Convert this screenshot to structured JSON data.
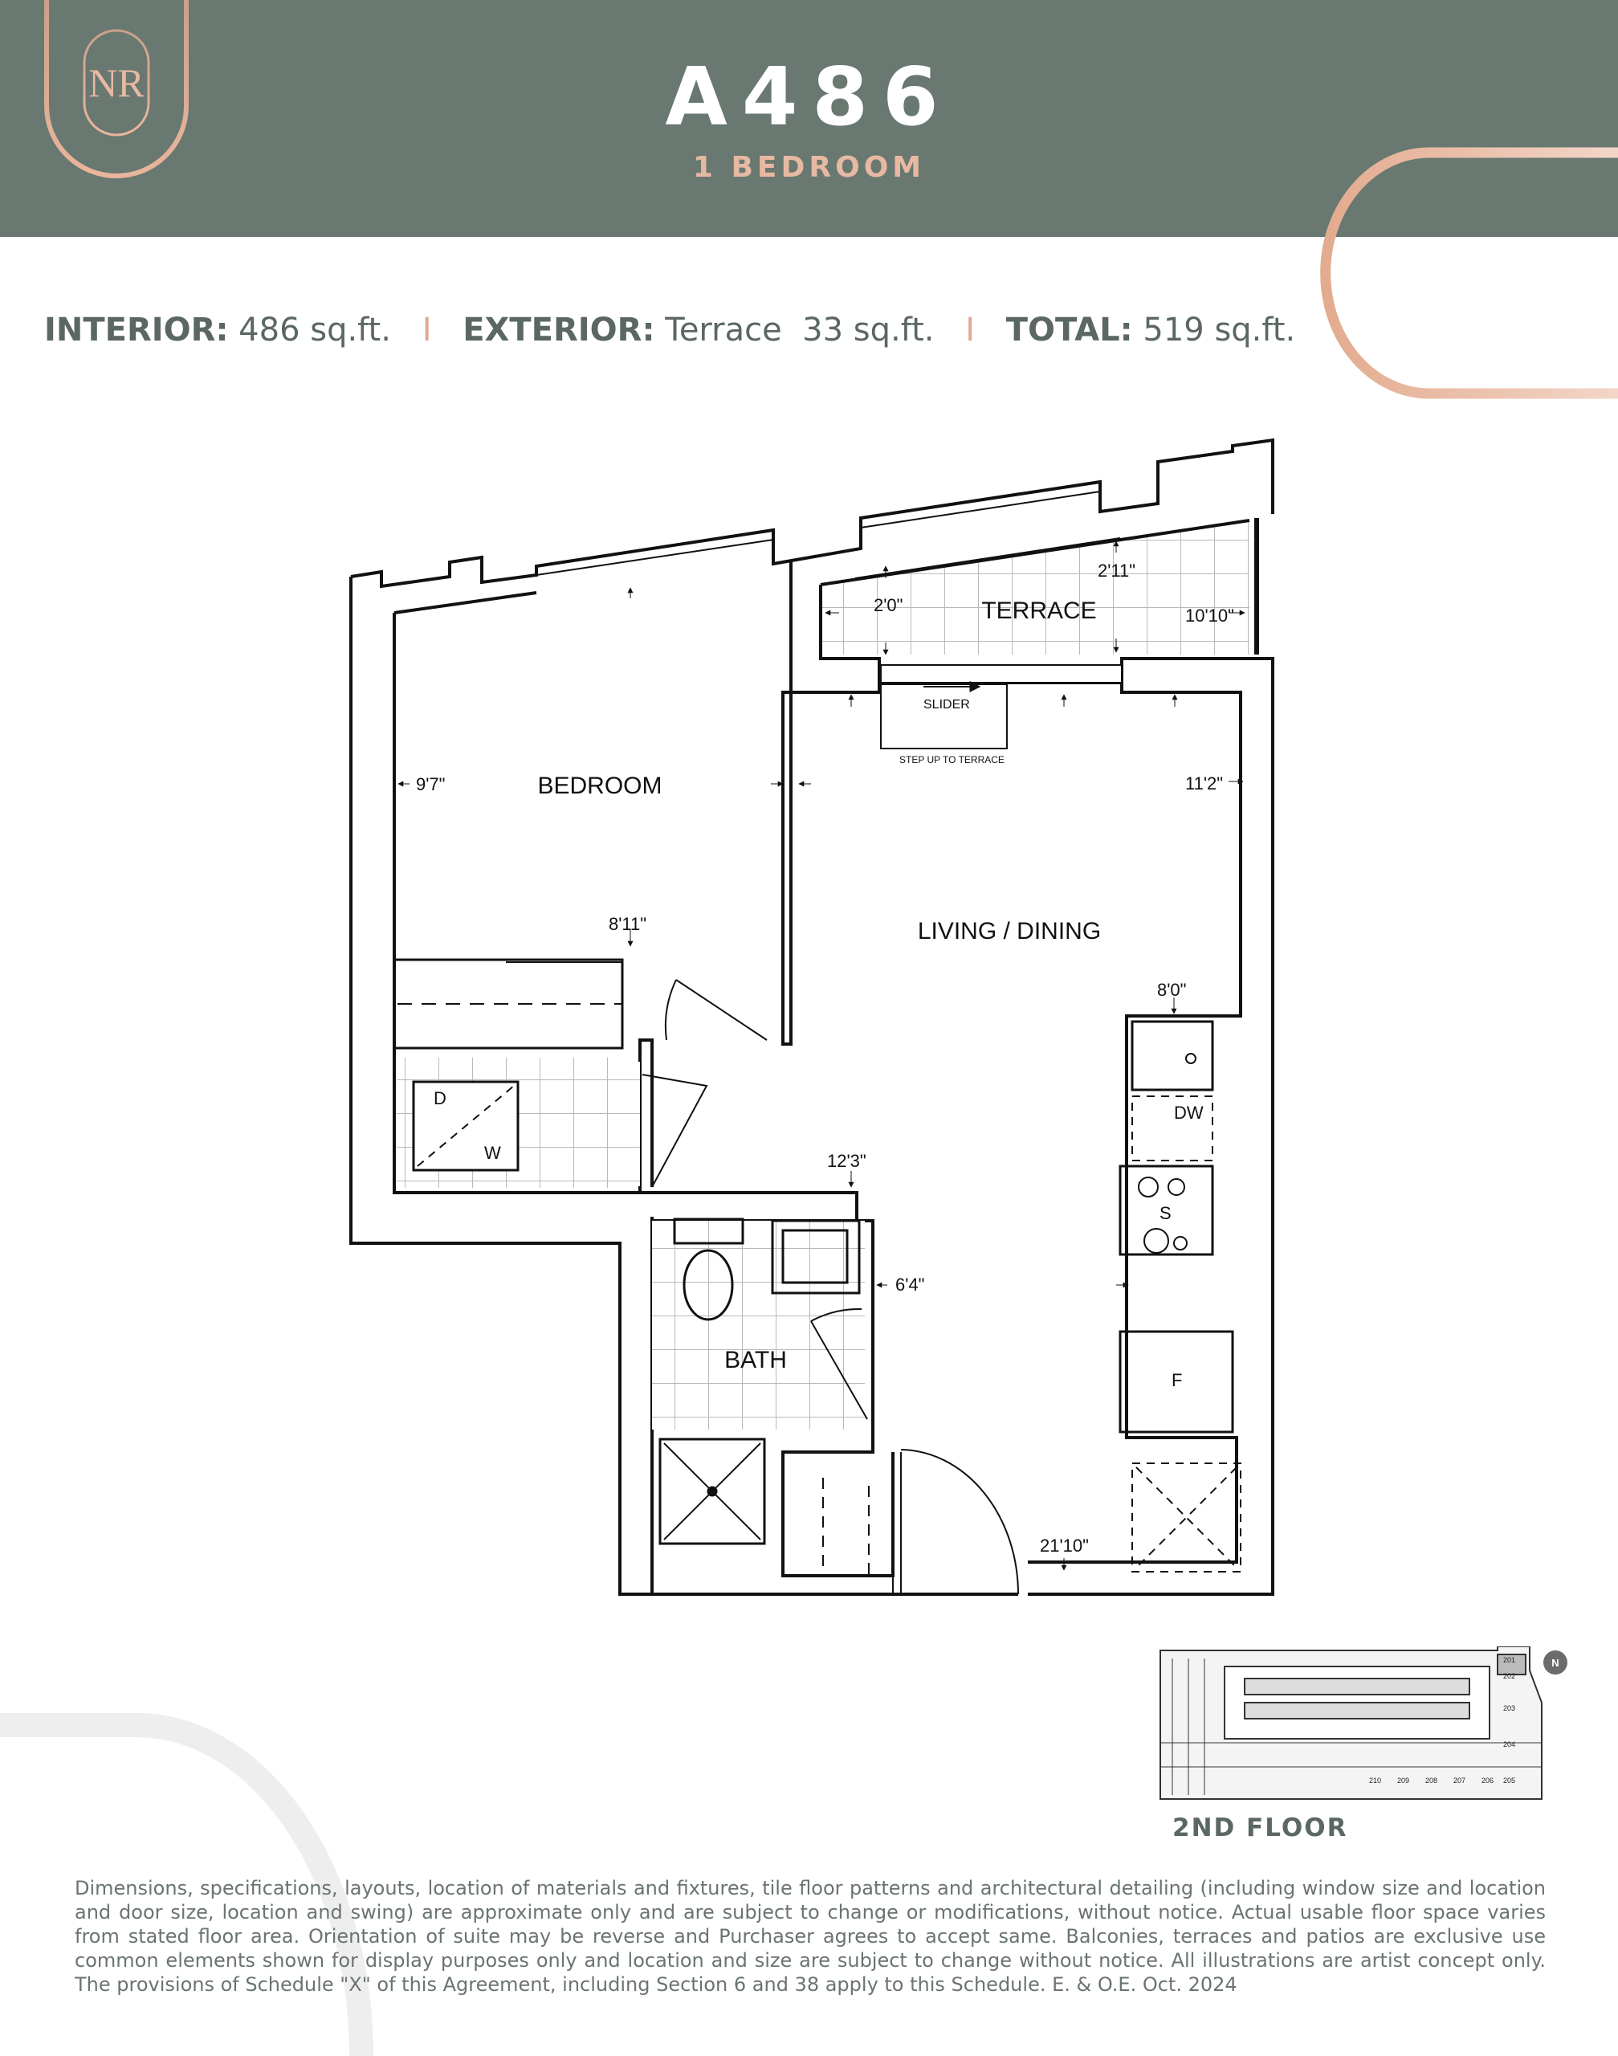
{
  "header": {
    "logo_letters": "NR",
    "unit_name": "A486",
    "unit_type": "1 BEDROOM"
  },
  "areas": {
    "interior_label": "INTERIOR:",
    "interior_value": "486 sq.ft.",
    "separator": "I",
    "exterior_label": "EXTERIOR:",
    "exterior_value": "Terrace  33 sq.ft.",
    "total_label": "TOTAL:",
    "total_value": "519 sq.ft."
  },
  "plan": {
    "rooms": {
      "terrace": "TERRACE",
      "bedroom": "BEDROOM",
      "living_dining": "LIVING / DINING",
      "bath": "BATH"
    },
    "dimensions": {
      "terrace_depth_left": "2'0\"",
      "terrace_depth_right": "2'11\"",
      "terrace_width": "10'10\"",
      "bedroom_width": "9'7\"",
      "bedroom_length": "8'11\"",
      "living_width": "11'2\"",
      "kitchen_run": "8'0\"",
      "hall_length": "12'3\"",
      "bath_width": "6'4\"",
      "living_length": "21'10\""
    },
    "labels": {
      "slider": "SLIDER",
      "step_up": "STEP UP TO TERRACE",
      "dryer": "D",
      "washer": "W",
      "dishwasher": "DW",
      "stove": "S",
      "fridge": "F"
    }
  },
  "keyplan": {
    "floor_label": "2ND FLOOR",
    "compass": "N",
    "unit_numbers": [
      "201",
      "202",
      "203",
      "204",
      "205",
      "206",
      "207",
      "208",
      "209",
      "210"
    ]
  },
  "disclaimer": "Dimensions, specifications, layouts, location of materials and fixtures, tile floor patterns and architectural detailing (including window size and location and door size, location and swing) are approximate only and are subject to change or modifications, without notice. Actual usable floor space varies from stated floor area. Orientation of suite may be reverse and Purchaser agrees to accept same. Balconies, terraces and patios are exclusive use common elements shown for display purposes only and location and size are subject to change without notice. All illustrations are artist concept only. The provisions of Schedule \"X\" of this Agreement, including Section 6 and 38 apply to this Schedule. E. & O.E. Oct. 2024",
  "colors": {
    "header_bg": "#697870",
    "accent_rose": "#e0a98f",
    "text_gray": "#5b6762"
  }
}
